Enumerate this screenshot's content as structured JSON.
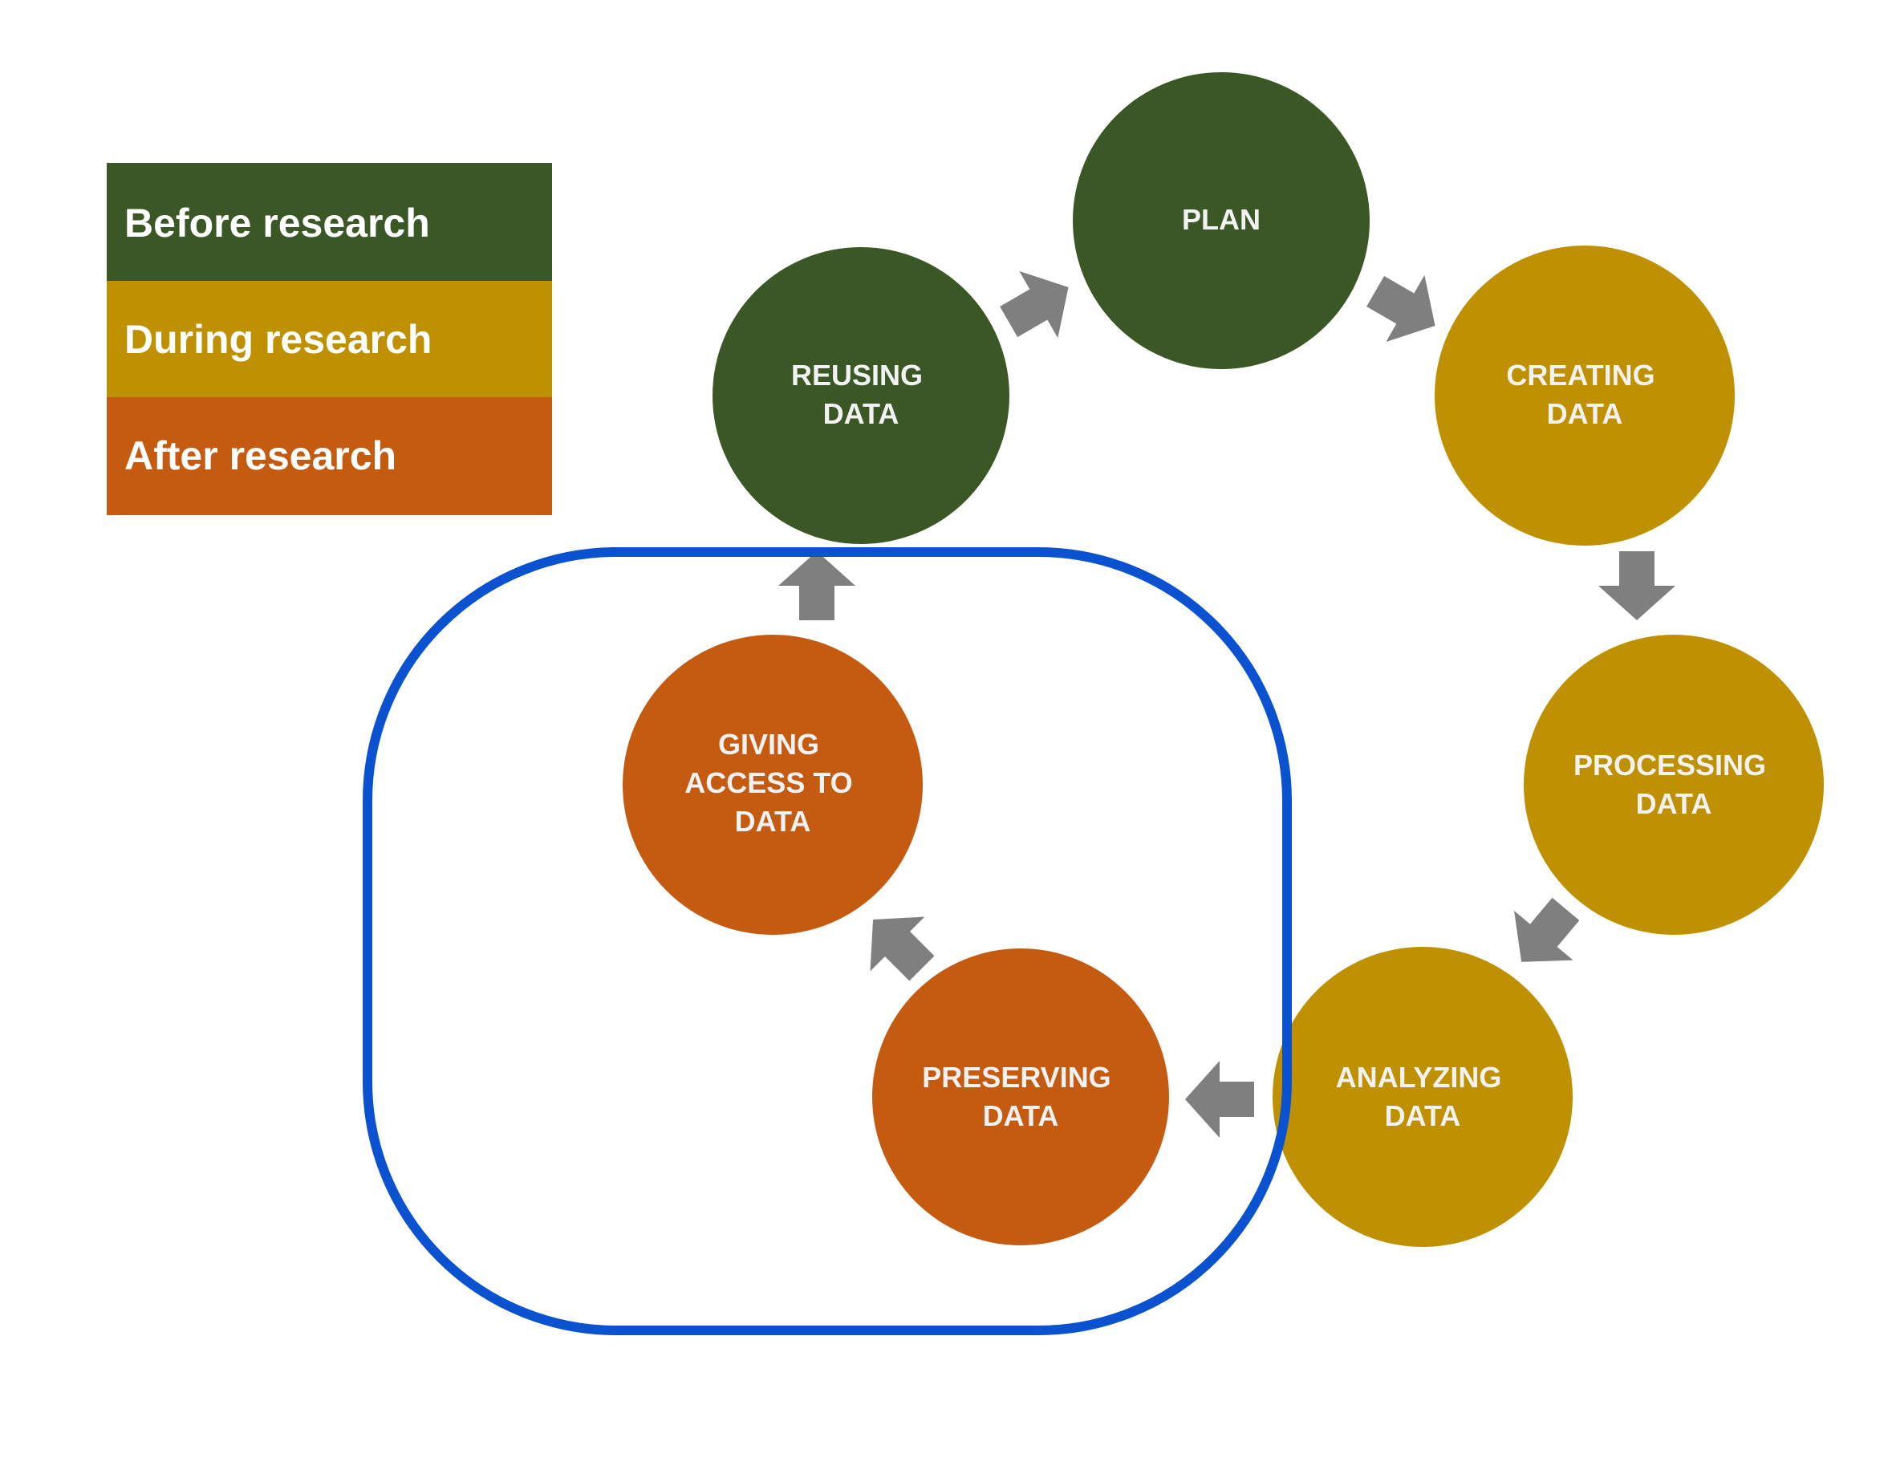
{
  "colors": {
    "before": "#3C5726",
    "during": "#BF9000",
    "after": "#C55A11",
    "arrow": "#7F7F7F",
    "highlight": "#0A52D0",
    "label_text": "#F2F2F2",
    "legend_text": "#FFFFFF"
  },
  "legend": {
    "before_label": "Before research",
    "during_label": "During research",
    "after_label": "After research"
  },
  "nodes": [
    {
      "id": "plan",
      "phase": "before",
      "lines": [
        "PLAN"
      ]
    },
    {
      "id": "creating",
      "phase": "during",
      "lines": [
        "CREATING",
        "DATA"
      ]
    },
    {
      "id": "processing",
      "phase": "during",
      "lines": [
        "PROCESSING",
        "DATA"
      ]
    },
    {
      "id": "analyzing",
      "phase": "during",
      "lines": [
        "ANALYZING",
        "DATA"
      ]
    },
    {
      "id": "preserving",
      "phase": "after",
      "lines": [
        "PRESERVING",
        "DATA"
      ]
    },
    {
      "id": "giving",
      "phase": "after",
      "lines": [
        "GIVING",
        "ACCESS TO",
        "DATA"
      ]
    },
    {
      "id": "reusing",
      "phase": "before",
      "lines": [
        "REUSING",
        "DATA"
      ]
    }
  ]
}
